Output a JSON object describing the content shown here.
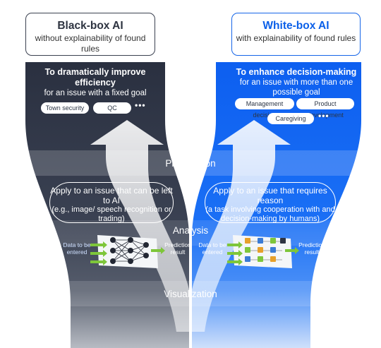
{
  "black_box": {
    "title": "Black-box AI",
    "subtitle": "without explainability of found rules",
    "goal_heading": "To dramatically improve efficiency",
    "goal_desc": "for an issue with a fixed goal",
    "tags": [
      "Town security",
      "QC"
    ],
    "more": "•••",
    "apply_main": "Apply to an issue that can be left to AI",
    "apply_detail": "(e.g., image/ speech recognition or trading)",
    "input_label": "Data to be entered",
    "output_label": "Prediction result"
  },
  "white_box": {
    "title": "White-box AI",
    "subtitle": "with explainability of found rules",
    "goal_heading": "To enhance decision-making",
    "goal_desc": "for an issue with more than one possible goal",
    "tags": [
      "Management decision",
      "Product development",
      "Caregiving"
    ],
    "more": "•••",
    "apply_main": "Apply to an issue that requires reason",
    "apply_detail": "(a task involving cooperation with and decision-making by humans)",
    "input_label": "Data to be entered",
    "output_label": "Prediction result"
  },
  "bands": {
    "prescription": "Prescription",
    "analysis": "Analysis",
    "visualization": "Visualization"
  },
  "colors": {
    "dark": "#2e3443",
    "blue": "#0a62f0",
    "arrow_green": "#7ec63a"
  }
}
